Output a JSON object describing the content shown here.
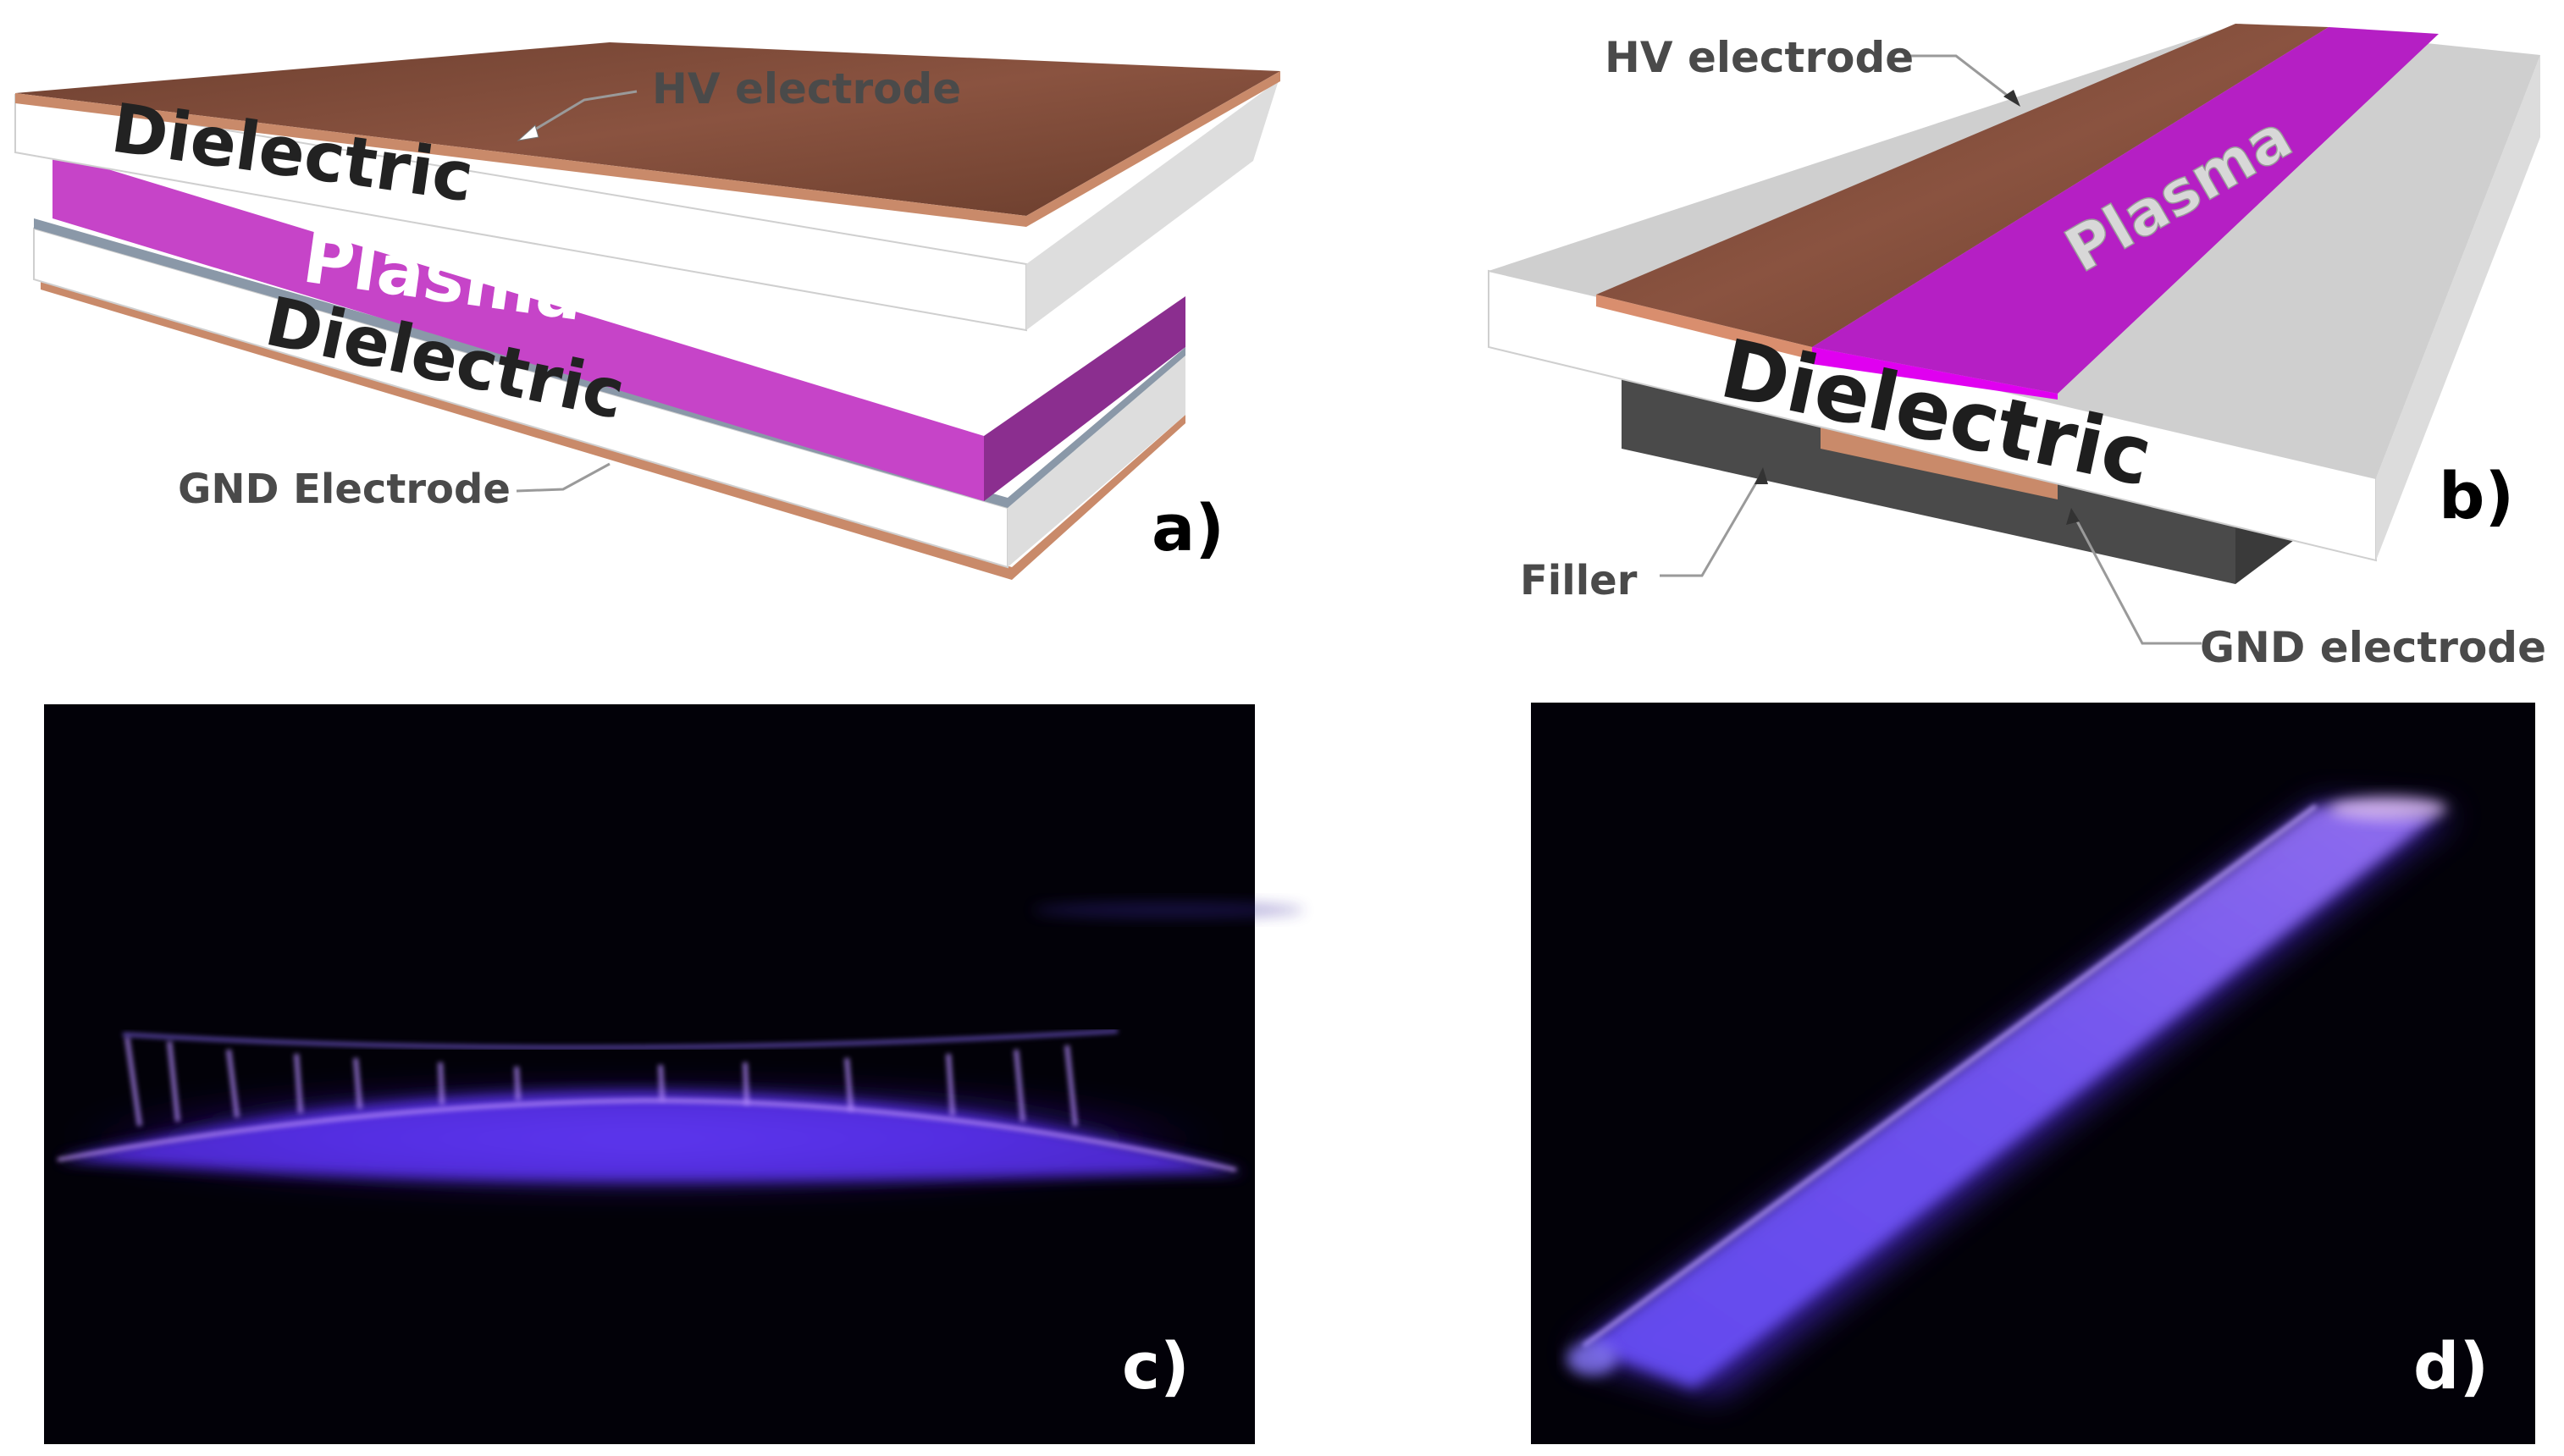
{
  "panel_a": {
    "hv_label": "HV electrode",
    "dielectric_top": "Dielectric",
    "plasma": "Plasma",
    "dielectric_bottom": "Dielectric",
    "gnd_label": "GND Electrode",
    "tag": "a)"
  },
  "panel_b": {
    "hv_label": "HV electrode",
    "plasma": "Plasma",
    "dielectric": "Dielectric",
    "filler_label": "Filler",
    "gnd_label": "GND electrode",
    "tag": "b)"
  },
  "panel_c": {
    "tag": "c)"
  },
  "panel_d": {
    "tag": "d)"
  },
  "colors": {
    "copper_top": "#7a4a36",
    "copper_edge": "#c98a6a",
    "plasma": "#c644c8",
    "plasma_dark": "#8b2e8f",
    "dielectric": "#ffffff",
    "dielectric_side": "#dcdcdc",
    "gnd_blue": "#8a98a8",
    "filler": "#4a4a4a",
    "photo_bg": "#020108",
    "glow": "#7a4cff"
  }
}
